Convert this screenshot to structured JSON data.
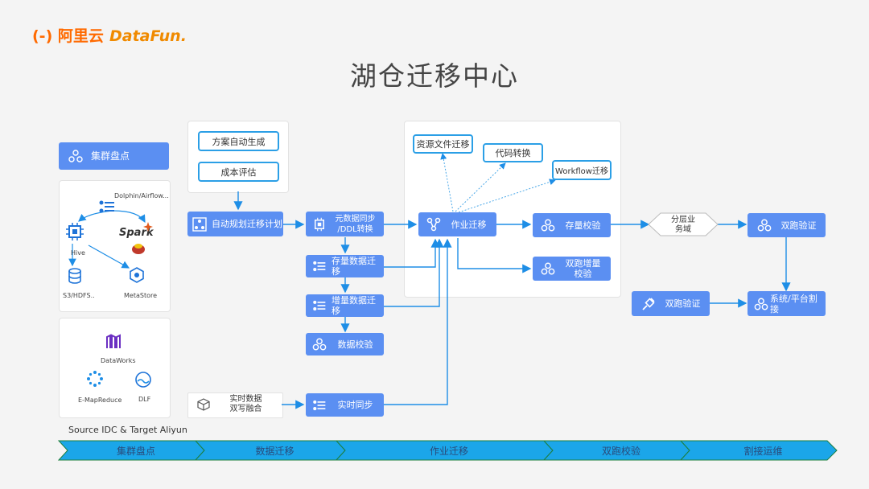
{
  "header": {
    "logo_aliyun": "(-) 阿里云",
    "logo_datafun": "DataFun."
  },
  "title": "湖仓迁移中心",
  "left": {
    "cluster_box": "集群盘点",
    "source_panel": {
      "dolphin": "Dolphin/Airflow...",
      "hive": "Hive",
      "s3": "S3/HDFS..",
      "metastore": "MetaStore",
      "spark": "Spark"
    },
    "target_panel": {
      "dataworks": "DataWorks",
      "emr": "E-MapReduce",
      "dlf": "DLF"
    },
    "caption": "Source IDC & Target Aliyun"
  },
  "plan": {
    "auto_gen": "方案自动生成",
    "cost": "成本评估",
    "auto_plan": "自动规划迁移计划"
  },
  "data": {
    "meta_sync": "元数据同步\n/DDL转换",
    "stock_migrate": "存量数据迁移",
    "incr_migrate": "增量数据迁移",
    "data_check": "数据校验",
    "realtime_src": "实时数据\n双写融合",
    "realtime_sync": "实时同步"
  },
  "job": {
    "resource": "资源文件迁移",
    "code": "代码转换",
    "workflow": "Workflow迁移",
    "job_migrate": "作业迁移",
    "stock_check": "存量校验",
    "dual_incr_check": "双跑增量\n校验"
  },
  "right": {
    "layer_domain": "分层业\n务域",
    "dual_verify_top": "双跑验证",
    "dual_verify_left": "双跑验证",
    "system_cutover": "系统/平台割接"
  },
  "timeline": [
    "集群盘点",
    "数据迁移",
    "作业迁移",
    "双跑校验",
    "割接运维"
  ]
}
